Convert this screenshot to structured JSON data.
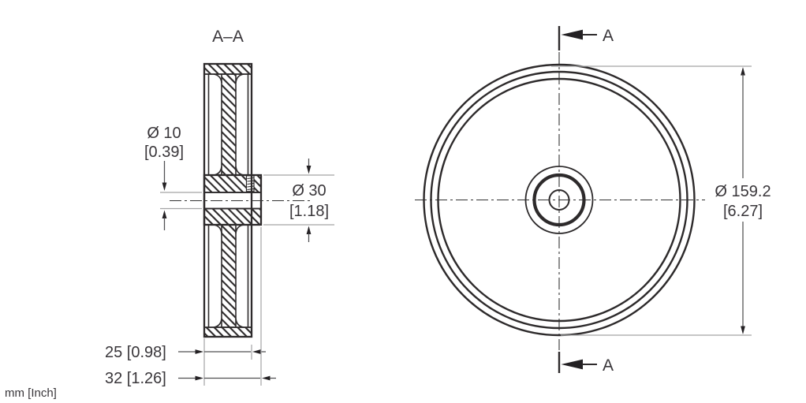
{
  "drawing": {
    "units_note": "mm [Inch]",
    "section_view": {
      "title": "A–A",
      "dims": {
        "bore": {
          "metric": "Ø 10",
          "inch": "[0.39]"
        },
        "hub": {
          "metric": "Ø 30",
          "inch": "[1.18]"
        },
        "wheel_width": "25 [0.98]",
        "overall_width": "32 [1.26]"
      }
    },
    "front_view": {
      "cut_label_top": "A",
      "cut_label_bottom": "A",
      "dims": {
        "outer_diameter": {
          "metric": "Ø 159.2",
          "inch": "[6.27]"
        }
      }
    },
    "colors": {
      "line": "#2d2a2b",
      "dimension_line": "#4f4f51",
      "extension_line": "#a3a3a5",
      "text": "#39363a",
      "background": "#ffffff"
    }
  }
}
